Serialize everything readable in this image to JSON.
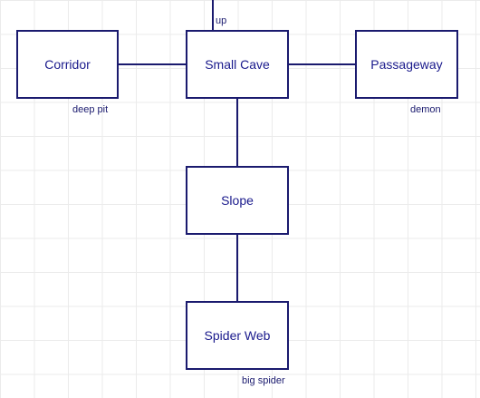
{
  "rooms": {
    "corridor": "Corridor",
    "small_cave": "Small Cave",
    "passageway": "Passageway",
    "slope": "Slope",
    "spider_web": "Spider Web"
  },
  "annotations": {
    "up": "up",
    "deep_pit": "deep pit",
    "demon": "demon",
    "big_spider": "big spider"
  },
  "colors": {
    "line": "#1a1a6e",
    "text": "#1a1a8c",
    "grid": "#ebebeb"
  }
}
